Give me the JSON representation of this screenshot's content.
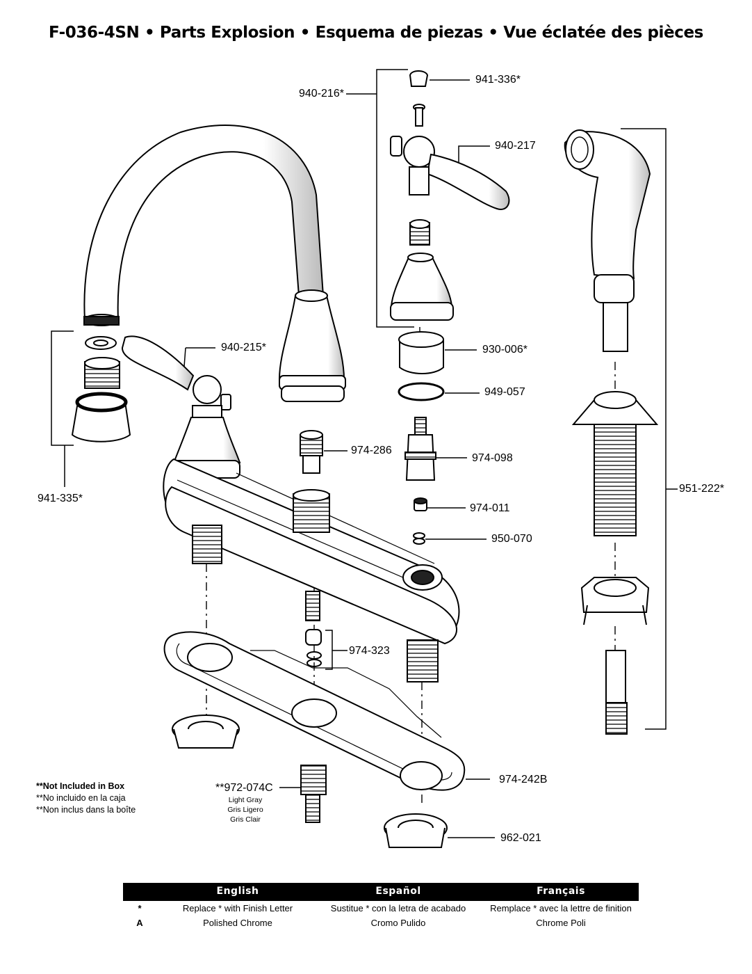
{
  "title": "F-036-4SN • Parts Explosion • Esquema de piezas • Vue éclatée des pièces",
  "labels": {
    "p941_336": "941-336*",
    "p940_216": "940-216*",
    "p940_217": "940-217",
    "p940_215": "940-215*",
    "p930_006": "930-006*",
    "p949_057": "949-057",
    "p974_286": "974-286",
    "p974_098": "974-098",
    "p941_335": "941-335*",
    "p974_011": "974-011",
    "p950_070": "950-070",
    "p951_222": "951-222*",
    "p974_323": "974-323",
    "p972_074C": "**972-074C",
    "p974_242B": "974-242B",
    "p962_021": "962-021"
  },
  "hose_color": {
    "en": "Light Gray",
    "es": "Gris Ligero",
    "fr": "Gris Clair"
  },
  "notes": {
    "en": "**Not Included in Box",
    "es": "**No incluido en la caja",
    "fr": "**Non inclus dans la boîte"
  },
  "legend": {
    "headers": {
      "en": "English",
      "es": "Español",
      "fr": "Français"
    },
    "rows": [
      {
        "key": "*",
        "en": "Replace * with Finish Letter",
        "es": "Sustitue * con la letra de acabado",
        "fr": "Remplace * avec la lettre de finition"
      },
      {
        "key": "A",
        "en": "Polished Chrome",
        "es": "Cromo Pulido",
        "fr": "Chrome Poli"
      }
    ]
  }
}
